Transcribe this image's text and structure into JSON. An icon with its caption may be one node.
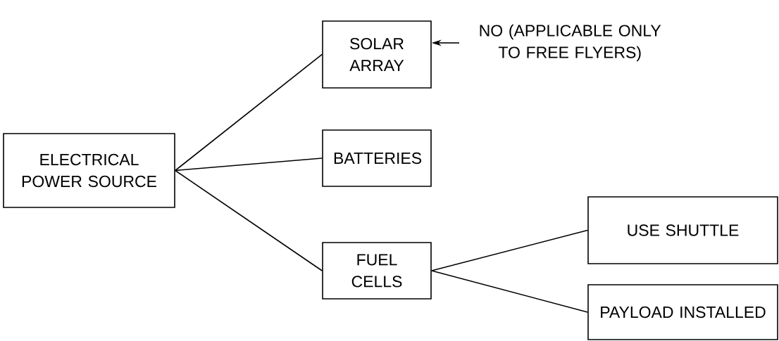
{
  "diagram": {
    "nodes": [
      {
        "text": [
          "ELECTRICAL POWER SOURCE"
        ]
      },
      {
        "text": [
          "SOLAR ARRAY"
        ]
      },
      {
        "text": [
          "BATTERIES"
        ]
      },
      {
        "text": [
          "FUEL CELLS"
        ]
      },
      {
        "text": [
          "USE SHUTTLE"
        ]
      },
      {
        "text": [
          "PAYLOAD INSTALLED"
        ]
      },
      {
        "text": [
          "NO (APPLICABLE ONLY TO FREE FLYERS)"
        ]
      }
    ],
    "edges": [
      {
        "from": 0,
        "to": 1,
        "arrow": "none"
      },
      {
        "from": 0,
        "to": 2,
        "arrow": "none"
      },
      {
        "from": 0,
        "to": 3,
        "arrow": "none"
      },
      {
        "from": 3,
        "to": 4,
        "arrow": "none"
      },
      {
        "from": 3,
        "to": 5,
        "arrow": "none"
      },
      {
        "from": 6,
        "to": 1,
        "arrow": "to"
      }
    ]
  }
}
